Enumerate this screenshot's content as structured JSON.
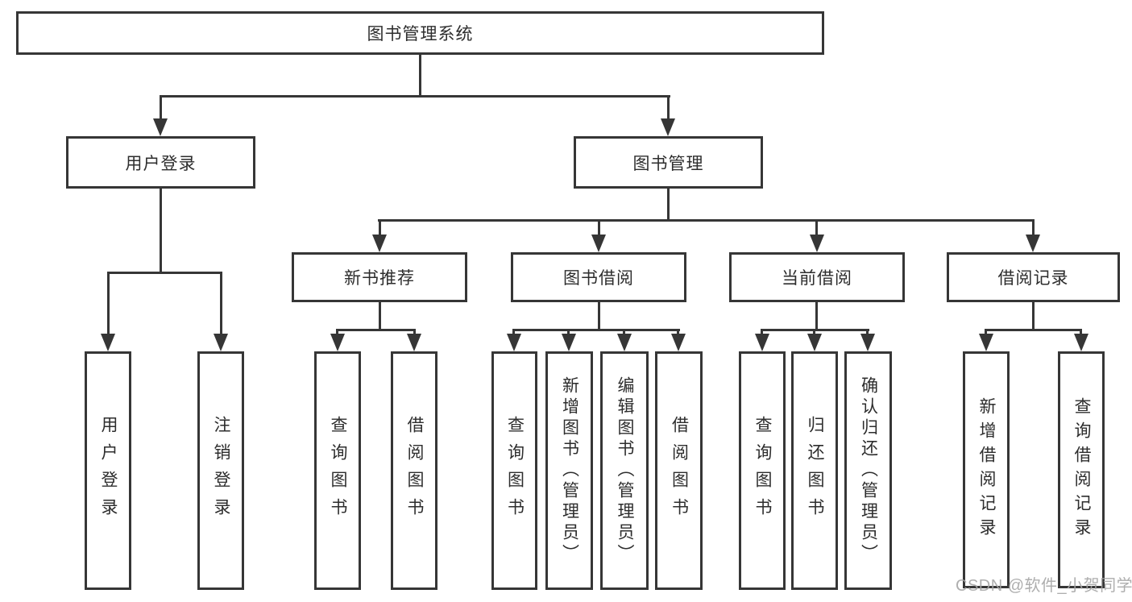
{
  "tree": {
    "root": {
      "label": "图书管理系统",
      "children": [
        {
          "label": "用户登录",
          "children": [
            {
              "label": "用户登录"
            },
            {
              "label": "注销登录"
            }
          ]
        },
        {
          "label": "图书管理",
          "children": [
            {
              "label": "新书推荐",
              "children": [
                {
                  "label": "查询图书"
                },
                {
                  "label": "借阅图书"
                }
              ]
            },
            {
              "label": "图书借阅",
              "children": [
                {
                  "label": "查询图书"
                },
                {
                  "label": "新增图书（管理员）"
                },
                {
                  "label": "编辑图书（管理员）"
                },
                {
                  "label": "借阅图书"
                }
              ]
            },
            {
              "label": "当前借阅",
              "children": [
                {
                  "label": "查询图书"
                },
                {
                  "label": "归还图书"
                },
                {
                  "label": "确认归还（管理员）"
                }
              ]
            },
            {
              "label": "借阅记录",
              "children": [
                {
                  "label": "新增借阅记录"
                },
                {
                  "label": "查询借阅记录"
                }
              ]
            }
          ]
        }
      ]
    }
  },
  "watermark": "CSDN @软件_小贺同学",
  "colors": {
    "line": "#363636",
    "text": "#2d2d2d",
    "background": "#ffffff",
    "watermark": "#a5a5a5"
  }
}
